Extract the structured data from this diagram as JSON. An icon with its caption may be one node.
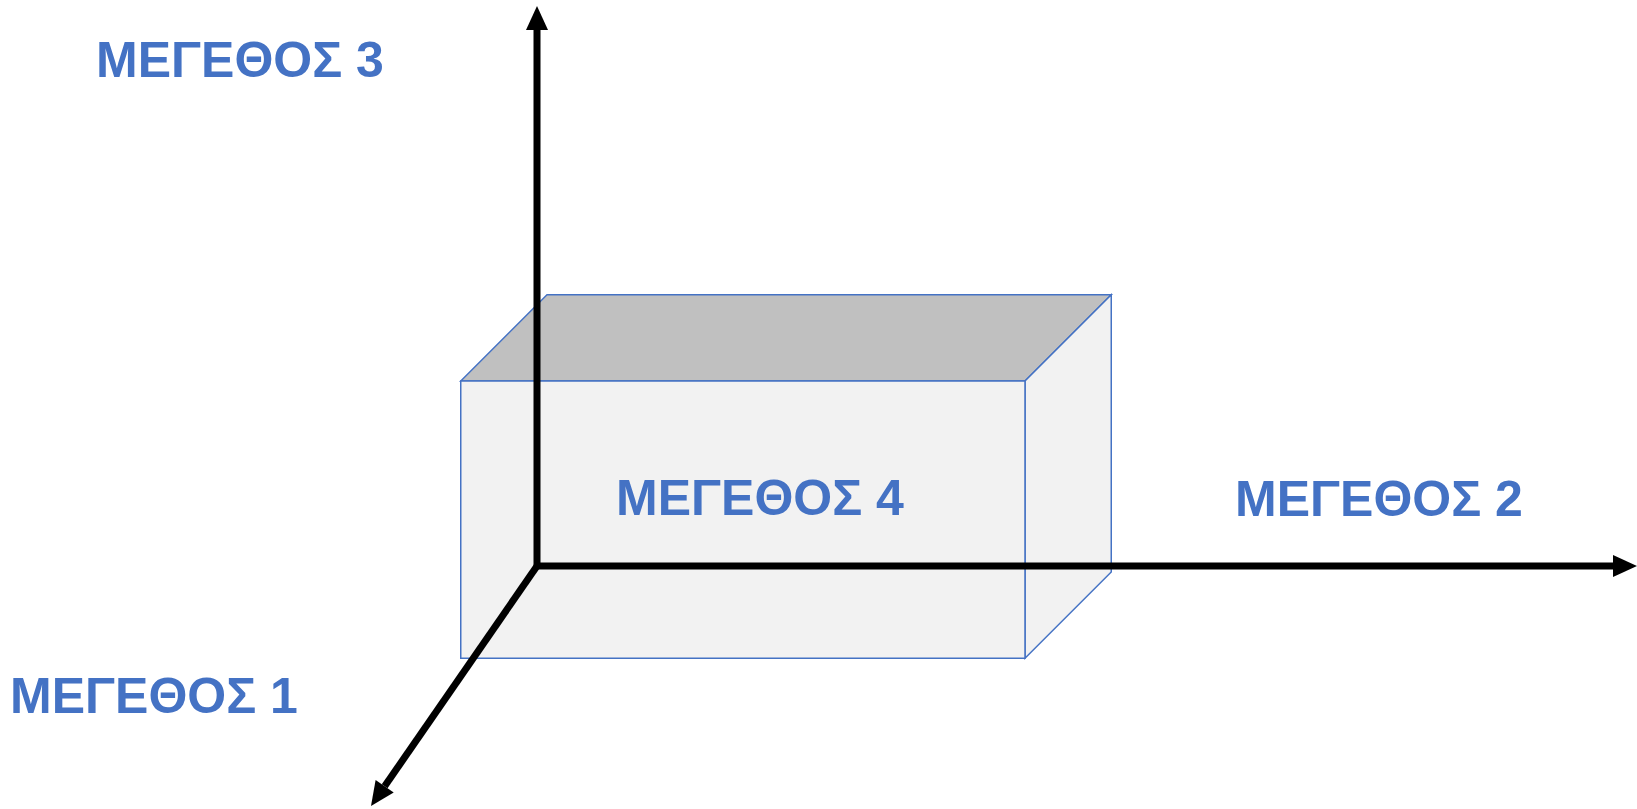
{
  "diagram": {
    "nodes": [
      {
        "text": [
          "ΜΕΓΕΘΟΣ 4"
        ]
      }
    ],
    "labels": [
      "ΜΕΓΕΘΟΣ 3",
      "ΜΕΓΕΘΟΣ 2",
      "ΜΕΓΕΘΟΣ 1"
    ]
  }
}
